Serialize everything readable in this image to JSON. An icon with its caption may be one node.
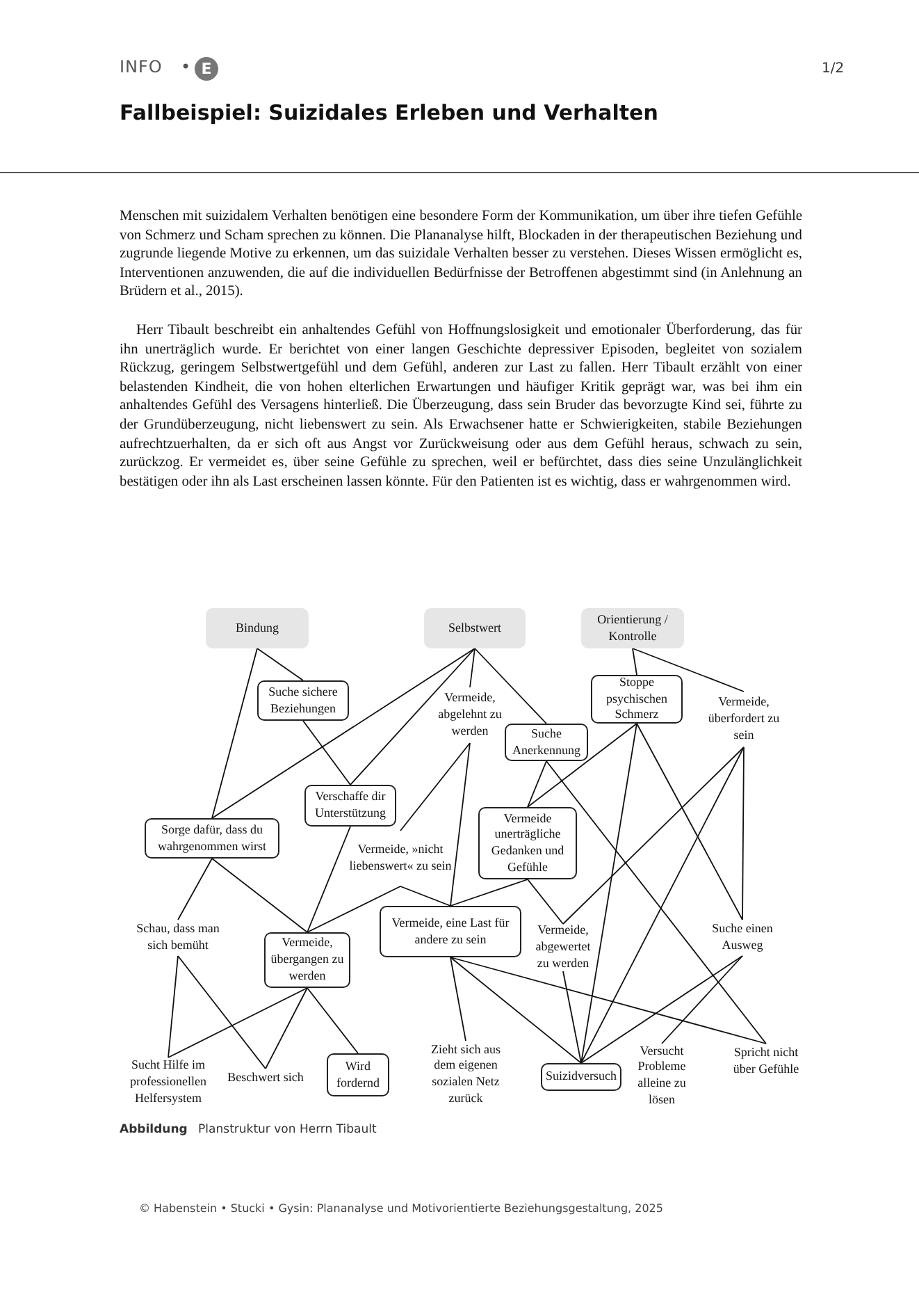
{
  "diagram": {
    "title": "Fallbeispiel: Suizidales Erleben und Verhalten",
    "caption": "**Abbildung** Planstruktur von Herrn Tibault",
    "nodes": [
      {
        "text": [
          "Bindung"
        ]
      },
      {
        "text": [
          "Selbstwert"
        ]
      },
      {
        "text": [
          "Orientierung / Kontrolle"
        ]
      },
      {
        "text": [
          "Suche sichere Beziehungen"
        ]
      },
      {
        "text": [
          "Vermeide, abgelehnt zu werden"
        ]
      },
      {
        "text": [
          "Suche Anerkennung"
        ]
      },
      {
        "text": [
          "Stoppe psychischen Schmerz"
        ]
      },
      {
        "text": [
          "Vermeide, überfordert zu sein"
        ]
      },
      {
        "text": [
          "Verschaffe dir Unterstützung"
        ]
      },
      {
        "text": [
          "Sorge dafür, dass du wahrgenommen wirst"
        ]
      },
      {
        "text": [
          "Vermeide, »nicht liebenswert« zu sein"
        ]
      },
      {
        "text": [
          "Vermeide unerträgliche Gedanken und Gefühle"
        ]
      },
      {
        "text": [
          "Schau, dass man sich bemüht"
        ]
      },
      {
        "text": [
          "Vermeide, übergangen zu werden"
        ]
      },
      {
        "text": [
          "Vermeide, eine Last für andere zu sein"
        ]
      },
      {
        "text": [
          "Vermeide, abgewertet zu werden"
        ]
      },
      {
        "text": [
          "Suche einen Ausweg"
        ]
      },
      {
        "text": [
          "Sucht Hilfe im professionellen Helfersystem"
        ]
      },
      {
        "text": [
          "Beschwert sich"
        ]
      },
      {
        "text": [
          "Wird fordernd"
        ]
      },
      {
        "text": [
          "Zieht sich aus dem eigenen sozialen Netz zurück"
        ]
      },
      {
        "text": [
          "Suizidversuch"
        ]
      },
      {
        "text": [
          "Versucht Probleme alleine zu lösen"
        ]
      },
      {
        "text": [
          "Spricht nicht über Gefühle"
        ]
      }
    ],
    "edges": [
      {
        "from": 0,
        "to": 3,
        "arrow": "none"
      },
      {
        "from": 0,
        "to": 9,
        "arrow": "none"
      },
      {
        "from": 1,
        "to": 9,
        "arrow": "none"
      },
      {
        "from": 1,
        "to": 8,
        "arrow": "none"
      },
      {
        "from": 1,
        "to": 4,
        "arrow": "none"
      },
      {
        "from": 1,
        "to": 5,
        "arrow": "none"
      },
      {
        "from": 2,
        "to": 6,
        "arrow": "none"
      },
      {
        "from": 2,
        "to": 7,
        "arrow": "none"
      },
      {
        "from": 3,
        "to": 8,
        "arrow": "none"
      },
      {
        "from": 4,
        "to": 10,
        "arrow": "none"
      },
      {
        "from": 4,
        "to": 14,
        "arrow": "none"
      },
      {
        "from": 5,
        "to": 11,
        "arrow": "none"
      },
      {
        "from": 5,
        "to": 23,
        "arrow": "none"
      },
      {
        "from": 6,
        "to": 11,
        "arrow": "none"
      },
      {
        "from": 6,
        "to": 21,
        "arrow": "none"
      },
      {
        "from": 6,
        "to": 16,
        "arrow": "none"
      },
      {
        "from": 7,
        "to": 15,
        "arrow": "none"
      },
      {
        "from": 7,
        "to": 21,
        "arrow": "none"
      },
      {
        "from": 7,
        "to": 16,
        "arrow": "none"
      },
      {
        "from": 8,
        "to": 13,
        "arrow": "none"
      },
      {
        "from": 9,
        "to": 12,
        "arrow": "none"
      },
      {
        "from": 9,
        "to": 13,
        "arrow": "none"
      },
      {
        "from": 10,
        "to": 13,
        "arrow": "none"
      },
      {
        "from": 10,
        "to": 14,
        "arrow": "none"
      },
      {
        "from": 11,
        "to": 14,
        "arrow": "none"
      },
      {
        "from": 11,
        "to": 15,
        "arrow": "none"
      },
      {
        "from": 12,
        "to": 17,
        "arrow": "none"
      },
      {
        "from": 12,
        "to": 18,
        "arrow": "none"
      },
      {
        "from": 13,
        "to": 17,
        "arrow": "none"
      },
      {
        "from": 13,
        "to": 18,
        "arrow": "none"
      },
      {
        "from": 13,
        "to": 19,
        "arrow": "none"
      },
      {
        "from": 14,
        "to": 20,
        "arrow": "none"
      },
      {
        "from": 14,
        "to": 21,
        "arrow": "none"
      },
      {
        "from": 14,
        "to": 23,
        "arrow": "none"
      },
      {
        "from": 15,
        "to": 21,
        "arrow": "none"
      },
      {
        "from": 16,
        "to": 21,
        "arrow": "none"
      },
      {
        "from": 16,
        "to": 22,
        "arrow": "none"
      }
    ],
    "labels": [
      "INFO",
      "•",
      "E",
      "1/2",
      "Menschen mit suizidalem Verhalten benötigen eine besondere Form der Kommunikation, um über ihre tiefen Gefühle von Schmerz und Scham sprechen zu können. Die Plananalyse hilft, Blockaden in der therapeutischen Beziehung und zugrunde liegende Motive zu erkennen, um das suizidale Verhalten besser zu verstehen. Dieses Wissen ermöglicht es, Interventionen anzuwenden, die auf die individuellen Bedürfnisse der Betroffenen abgestimmt sind (in Anlehnung an Brüdern et al., 2015).",
      "Herr Tibault beschreibt ein anhaltendes Gefühl von Hoffnungslosigkeit und emotionaler Überforderung, das für ihn unerträglich wurde. Er berichtet von einer langen Geschichte depressiver Episoden, begleitet von sozialem Rückzug, geringem Selbstwertgefühl und dem Gefühl, anderen zur Last zu fallen. Herr Tibault erzählt von einer belastenden Kindheit, die von hohen elterlichen Erwartungen und häufiger Kritik geprägt war, was bei ihm ein anhaltendes Gefühl des Versagens hinterließ. Die Überzeugung, dass sein Bruder das bevorzugte Kind sei, führte zu der Grundüberzeugung, nicht liebenswert zu sein. Als Erwachsener hatte er Schwierigkeiten, stabile Beziehungen aufrechtzuerhalten, da er sich oft aus Angst vor Zurückweisung oder aus dem Gefühl heraus, schwach zu sein, zurückzog. Er vermeidet es, über seine Gefühle zu sprechen, weil er befürchtet, dass dies seine Unzulänglichkeit bestätigen oder ihn als Last erscheinen lassen könnte. Für den Patienten ist es wichtig, dass er wahrgenommen wird.",
      "© Habenstein • Stucki • Gysin: Plananalyse und Motivorientierte Beziehungsgestaltung, 2025"
    ]
  }
}
